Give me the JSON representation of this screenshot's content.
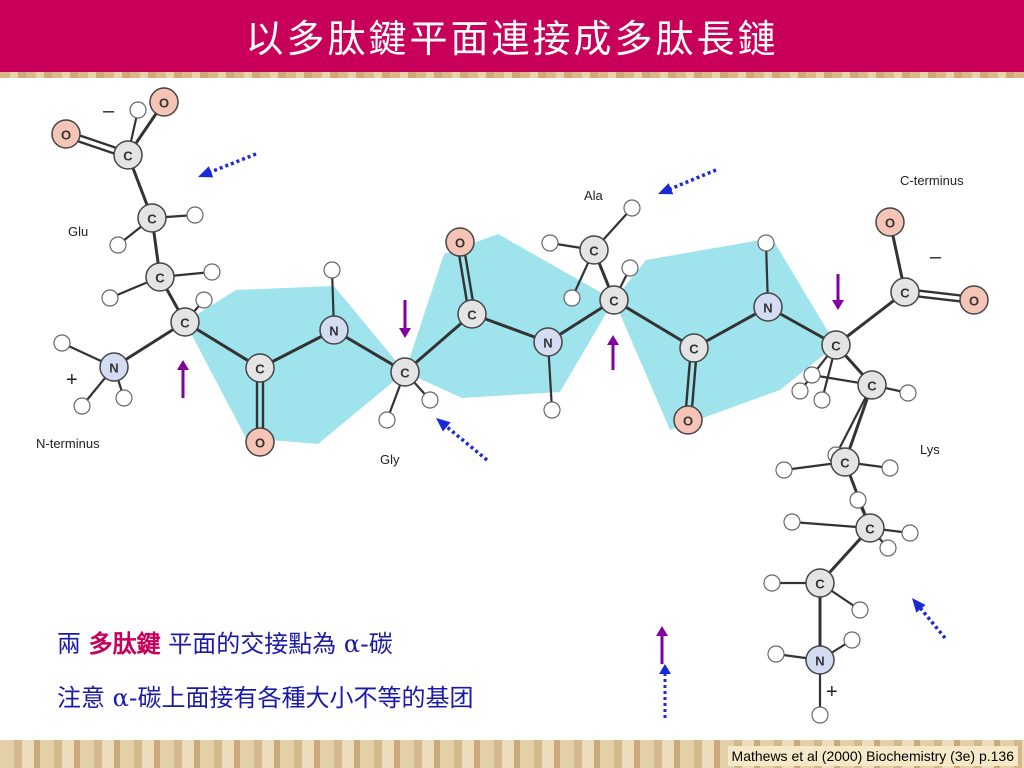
{
  "title": "以多肽鍵平面連接成多肽長鏈",
  "diagram": {
    "residue_labels": {
      "glu": "Glu",
      "gly": "Gly",
      "ala": "Ala",
      "lys": "Lys",
      "n_terminus": "N-terminus",
      "c_terminus": "C-terminus"
    },
    "charges": {
      "plus": "+",
      "minus": "–"
    },
    "atoms": {
      "carbon": "C",
      "nitrogen": "N",
      "oxygen": "O"
    },
    "colors": {
      "plane": "#9fe3ec",
      "carbon": "#e4e4e4",
      "nitrogen": "#d4dcf4",
      "oxygen": "#f6c4b6",
      "bond": "#333333",
      "alpha_arrow": "#8000a0",
      "hint_arrow": "#1a2ad6"
    }
  },
  "notes": {
    "line1_prefix": "兩 ",
    "line1_highlight": "多肽鍵",
    "line1_mid": " 平面的交接點為 ",
    "alpha": "α",
    "line1_suffix": "-碳",
    "line2_prefix": "注意 ",
    "line2_suffix": "-碳上面接有各種大小不等的基团",
    "highlight_color": "#c8005a",
    "text_color": "#1a1aa8"
  },
  "citation": "Mathews et al (2000) Biochemistry (3e) p.136"
}
